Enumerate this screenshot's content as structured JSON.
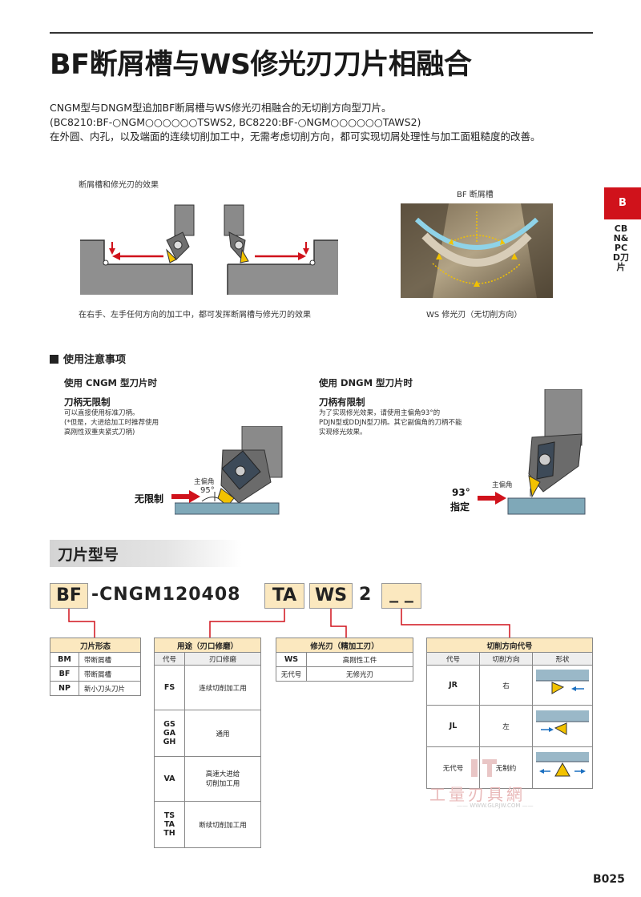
{
  "title": "BF断屑槽与WS修光刃刀片相融合",
  "intro": {
    "line1": "CNGM型与DNGM型追加BF断屑槽与WS修光刃相融合的无切削方向型刀片。",
    "line2": "(BC8210:BF-○NGM○○○○○○TSWS2, BC8220:BF-○NGM○○○○○○TAWS2)",
    "line3": "在外圆、内孔，以及端面的连续切削加工中，无需考虑切削方向，都可实现切屑处理性与加工面粗糙度的改善。"
  },
  "figures": {
    "effect_title": "断屑槽和修光刃的效果",
    "effect_caption": "在右手、左手任何方向的加工中，都可发挥断屑槽与修光刃的效果",
    "photo_top_label": "BF 断屑槽",
    "photo_bottom_label": "WS 修光刃（无切削方向）"
  },
  "side_tab": {
    "letter": "B",
    "text": "CBN&PCD刀片"
  },
  "notes": {
    "section_title": "使用注意事项",
    "left": {
      "heading": "使用 CNGM 型刀片时",
      "subheading": "刀柄无限制",
      "p1": "可以直接使用标准刀柄。",
      "p2": "(*但是，大进给加工时推荐使用",
      "p3": "高刚性双重夹紧式刀柄)",
      "angle_label": "主偏角",
      "angle_value": "95°",
      "tag": "无限制"
    },
    "right": {
      "heading": "使用 DNGM 型刀片时",
      "subheading": "刀柄有限制",
      "p1": "为了实现修光效果，请使用主偏角93°的",
      "p2": "PDJN型或DDJN型刀柄。其它副偏角的刀柄不能",
      "p3": "实现修光效果。",
      "angle_label": "主偏角",
      "tag_value": "93°",
      "tag": "指定"
    }
  },
  "model": {
    "section_title": "刀片型号",
    "code": {
      "bf": "BF",
      "mid": "-CNGM120408",
      "ta": "TA",
      "ws": "WS",
      "num": "2",
      "blank": "_ _"
    }
  },
  "tables": {
    "shape": {
      "title": "刀片形态",
      "rows": [
        {
          "code": "BM",
          "desc": "带断屑槽"
        },
        {
          "code": "BF",
          "desc": "带断屑槽"
        },
        {
          "code": "NP",
          "desc": "新小刀头刀片"
        }
      ]
    },
    "usage": {
      "title": "用途（刃口修磨）",
      "col1": "代号",
      "col2": "刃口修磨",
      "rows": [
        {
          "code": "FS",
          "desc": "连续切削加工用"
        },
        {
          "code": "GS\nGA\nGH",
          "desc": "通用"
        },
        {
          "code": "VA",
          "desc": "高速大进给\n切削加工用"
        },
        {
          "code": "TS\nTA\nTH",
          "desc": "断续切削加工用"
        }
      ]
    },
    "wiper": {
      "title": "修光刃（精加工刃）",
      "rows": [
        {
          "code": "WS",
          "desc": "高刚性工件"
        },
        {
          "code": "无代号",
          "desc": "无修光刃"
        }
      ]
    },
    "direction": {
      "title": "切削方向代号",
      "col1": "代号",
      "col2": "切削方向",
      "col3": "形状",
      "rows": [
        {
          "code": "JR",
          "desc": "右"
        },
        {
          "code": "JL",
          "desc": "左"
        },
        {
          "code": "无代号",
          "desc": "无制约"
        }
      ]
    }
  },
  "watermark": {
    "main": "工量刃具網",
    "url": "—— WWW.GLRJW.COM ——"
  },
  "page_number": "B025"
}
